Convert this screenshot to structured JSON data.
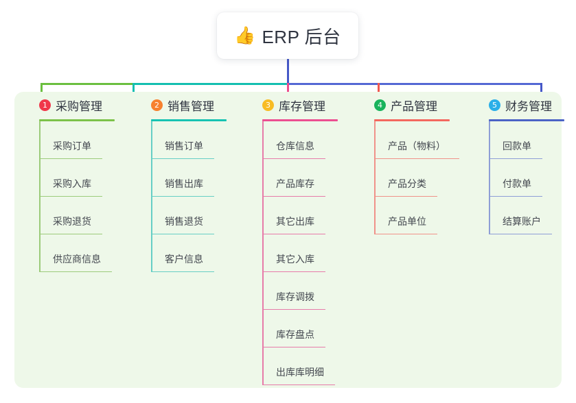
{
  "root": {
    "icon": "thumbs-up-icon",
    "icon_glyph": "👍",
    "title": "ERP 后台"
  },
  "palette": {
    "panel_bg": "#eef8e9",
    "page_bg": "#ffffff",
    "stem_blue": "#4558c8",
    "bar_green": "#6bbf3f",
    "bar_teal": "#13bfb0",
    "bar_blue": "#5468d4",
    "drop_green": "#6bbf3f",
    "drop_teal": "#13bfb0",
    "drop_pink": "#ef4d8c",
    "drop_red": "#f0584f",
    "drop_blue": "#4558c8"
  },
  "columns": [
    {
      "index": "1",
      "title": "采购管理",
      "badge_color": "#f0374a",
      "rule_color": "#7cc24a",
      "line_color": "#9ccb7a",
      "leaves": [
        "采购订单",
        "采购入库",
        "采购退货",
        "供应商信息"
      ]
    },
    {
      "index": "2",
      "title": "销售管理",
      "badge_color": "#f7812e",
      "rule_color": "#17c3b2",
      "line_color": "#66cec5",
      "leaves": [
        "销售订单",
        "销售出库",
        "销售退货",
        "客户信息"
      ]
    },
    {
      "index": "3",
      "title": "库存管理",
      "badge_color": "#f8bc24",
      "rule_color": "#ec4f91",
      "line_color": "#e77ba9",
      "leaves": [
        "仓库信息",
        "产品库存",
        "其它出库",
        "其它入库",
        "库存调拨",
        "库存盘点",
        "出库库明细"
      ]
    },
    {
      "index": "4",
      "title": "产品管理",
      "badge_color": "#19b35c",
      "rule_color": "#f4685f",
      "line_color": "#f09189",
      "leaves": [
        "产品（物料）",
        "产品分类",
        "产品单位"
      ]
    },
    {
      "index": "5",
      "title": "财务管理",
      "badge_color": "#2bafe8",
      "rule_color": "#4b63c6",
      "line_color": "#8e9ed6",
      "leaves": [
        "回款单",
        "付款单",
        "结算账户"
      ]
    }
  ]
}
